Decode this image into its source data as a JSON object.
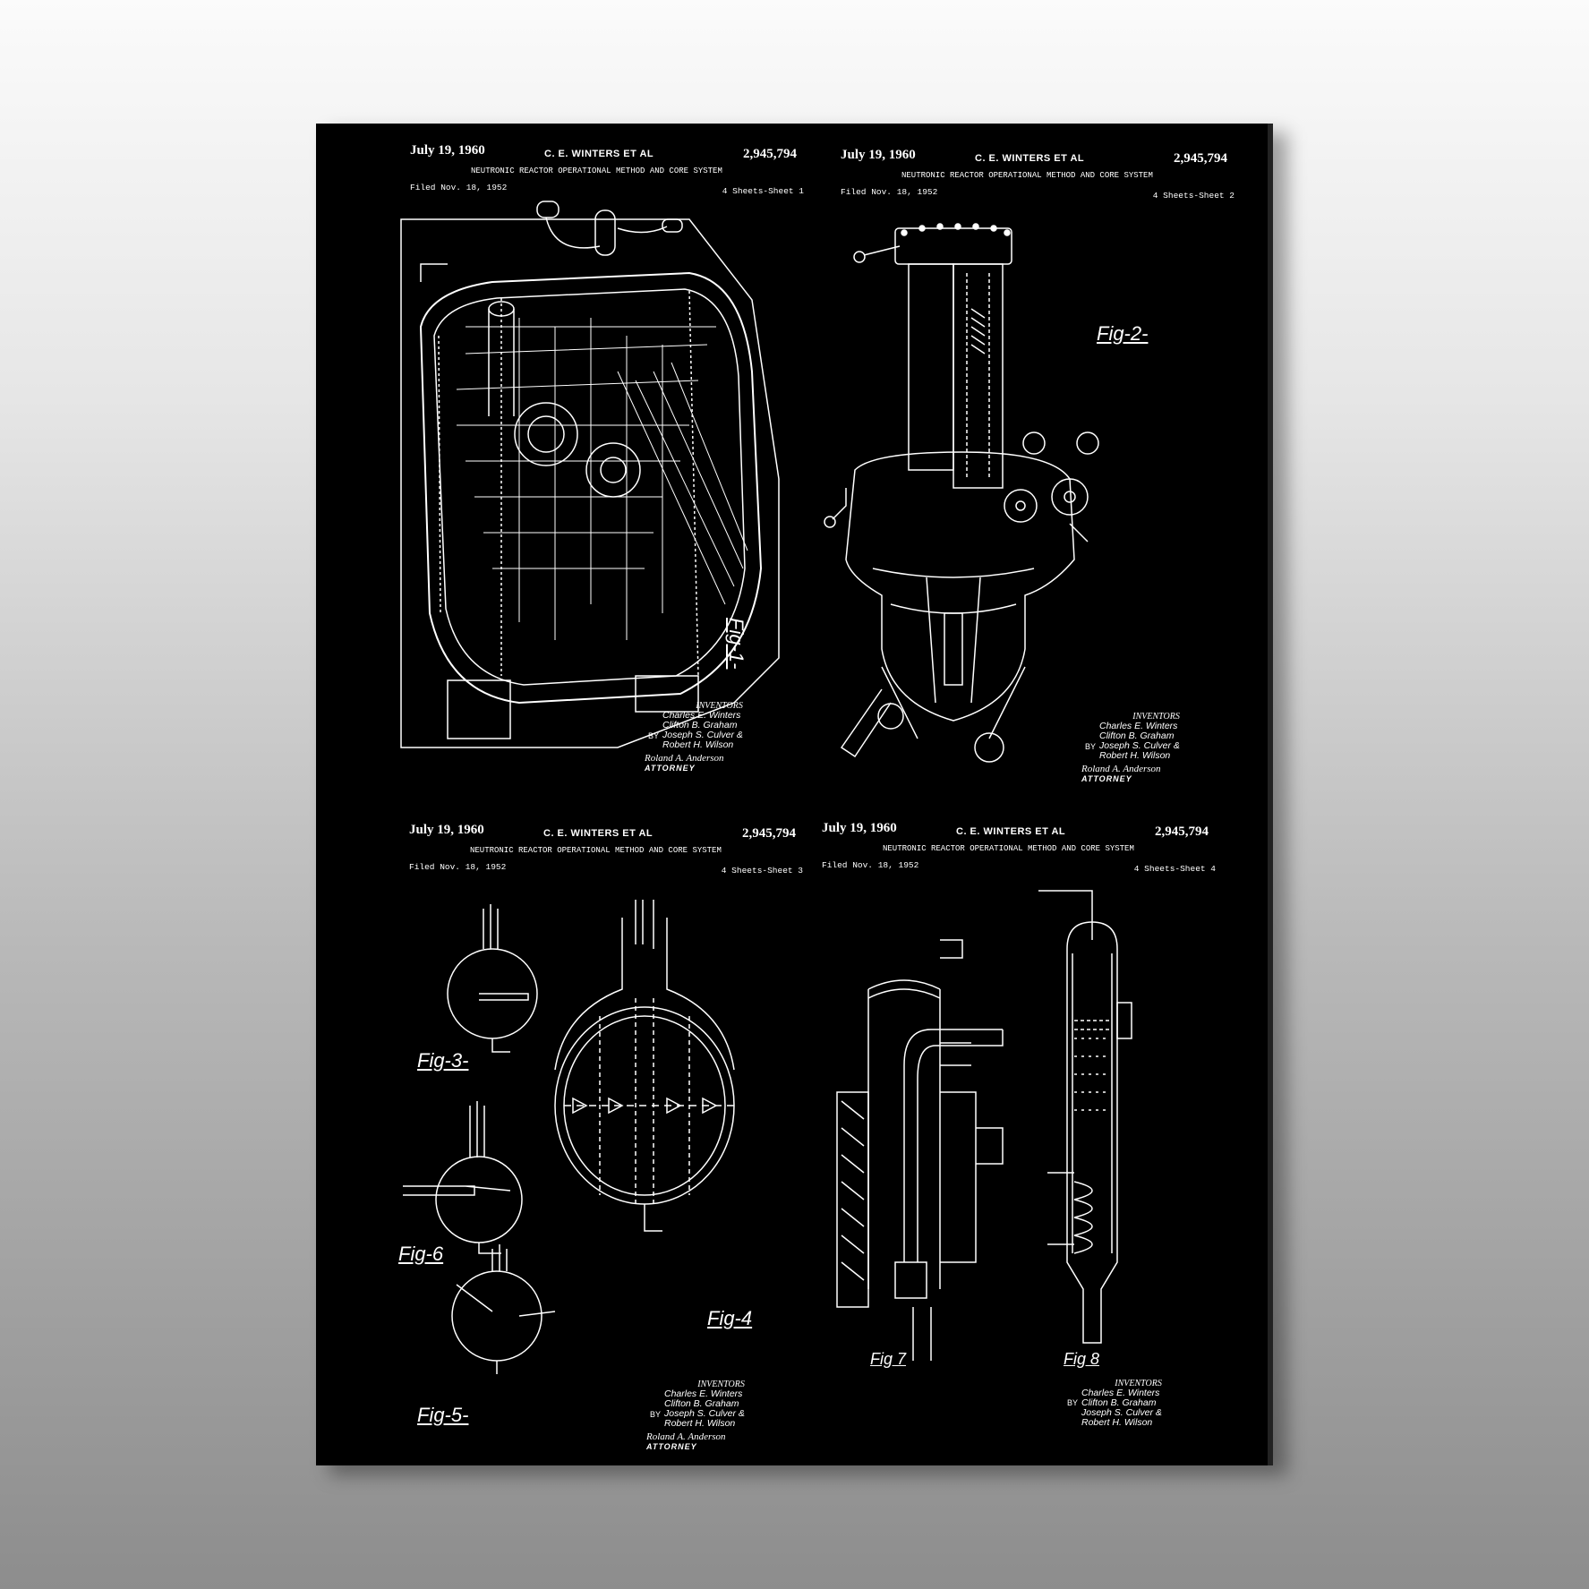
{
  "header": {
    "date": "July 19, 1960",
    "inventor": "C. E. WINTERS ET AL",
    "patent_number": "2,945,794",
    "title": "NEUTRONIC REACTOR OPERATIONAL METHOD AND CORE SYSTEM",
    "filed": "Filed Nov. 18, 1952"
  },
  "sheets": [
    "4 Sheets-Sheet 1",
    "4 Sheets-Sheet 2",
    "4 Sheets-Sheet 3",
    "4 Sheets-Sheet 4"
  ],
  "figures": [
    "Fig-1-",
    "Fig-2-",
    "Fig-3-",
    "Fig-4",
    "Fig-5-",
    "Fig-6",
    "Fig 7",
    "Fig 8"
  ],
  "inventors": {
    "heading": "INVENTORS",
    "names": [
      "Charles E. Winters",
      "Clifton B. Graham",
      "Joseph S. Culver &",
      "Robert H. Wilson"
    ],
    "by": "BY",
    "signature": "Roland A. Anderson",
    "attorney": "ATTORNEY"
  }
}
